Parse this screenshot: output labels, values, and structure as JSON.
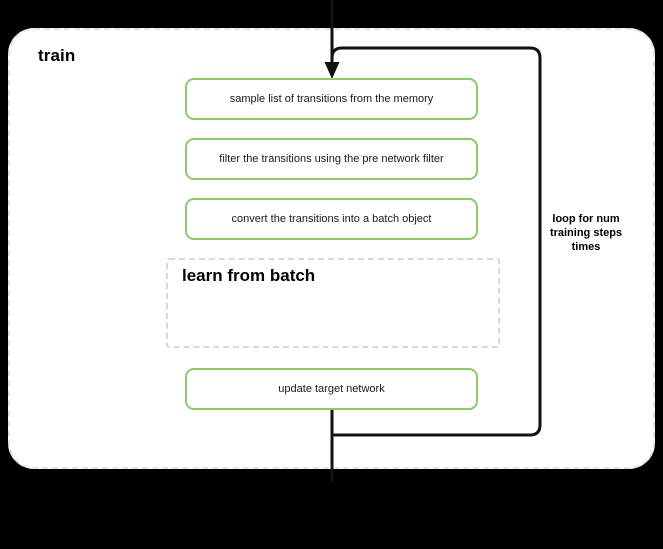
{
  "diagram": {
    "title": "train",
    "container_name": "train",
    "background_color": "#000000",
    "surface_color": "#ffffff",
    "accent_color": "#8bc96c",
    "dashed_border_color": "#e2e2e2",
    "connector_color": "#111111"
  },
  "steps": [
    {
      "id": "sample",
      "label": "sample list of transitions from the memory",
      "style": "green-rounded"
    },
    {
      "id": "filter",
      "label": "filter the transitions using the pre network filter",
      "style": "green-rounded"
    },
    {
      "id": "convert",
      "label": "convert the transitions into a batch object",
      "style": "green-rounded"
    },
    {
      "id": "update",
      "label": "update target network",
      "style": "green-rounded"
    }
  ],
  "subprocess": {
    "id": "learn-from-batch",
    "label": "learn from batch",
    "style": "dashed-group"
  },
  "annotations": {
    "loop_label": "loop for num training steps times"
  },
  "connectors": [
    {
      "id": "entry-arrow",
      "from": "top-edge",
      "to": "sample",
      "arrowhead": true
    },
    {
      "id": "loop-back",
      "from": "update",
      "to": "entry-arrow",
      "arrowhead": false
    },
    {
      "id": "exit-line",
      "from": "update",
      "to": "bottom-edge",
      "arrowhead": false
    }
  ]
}
